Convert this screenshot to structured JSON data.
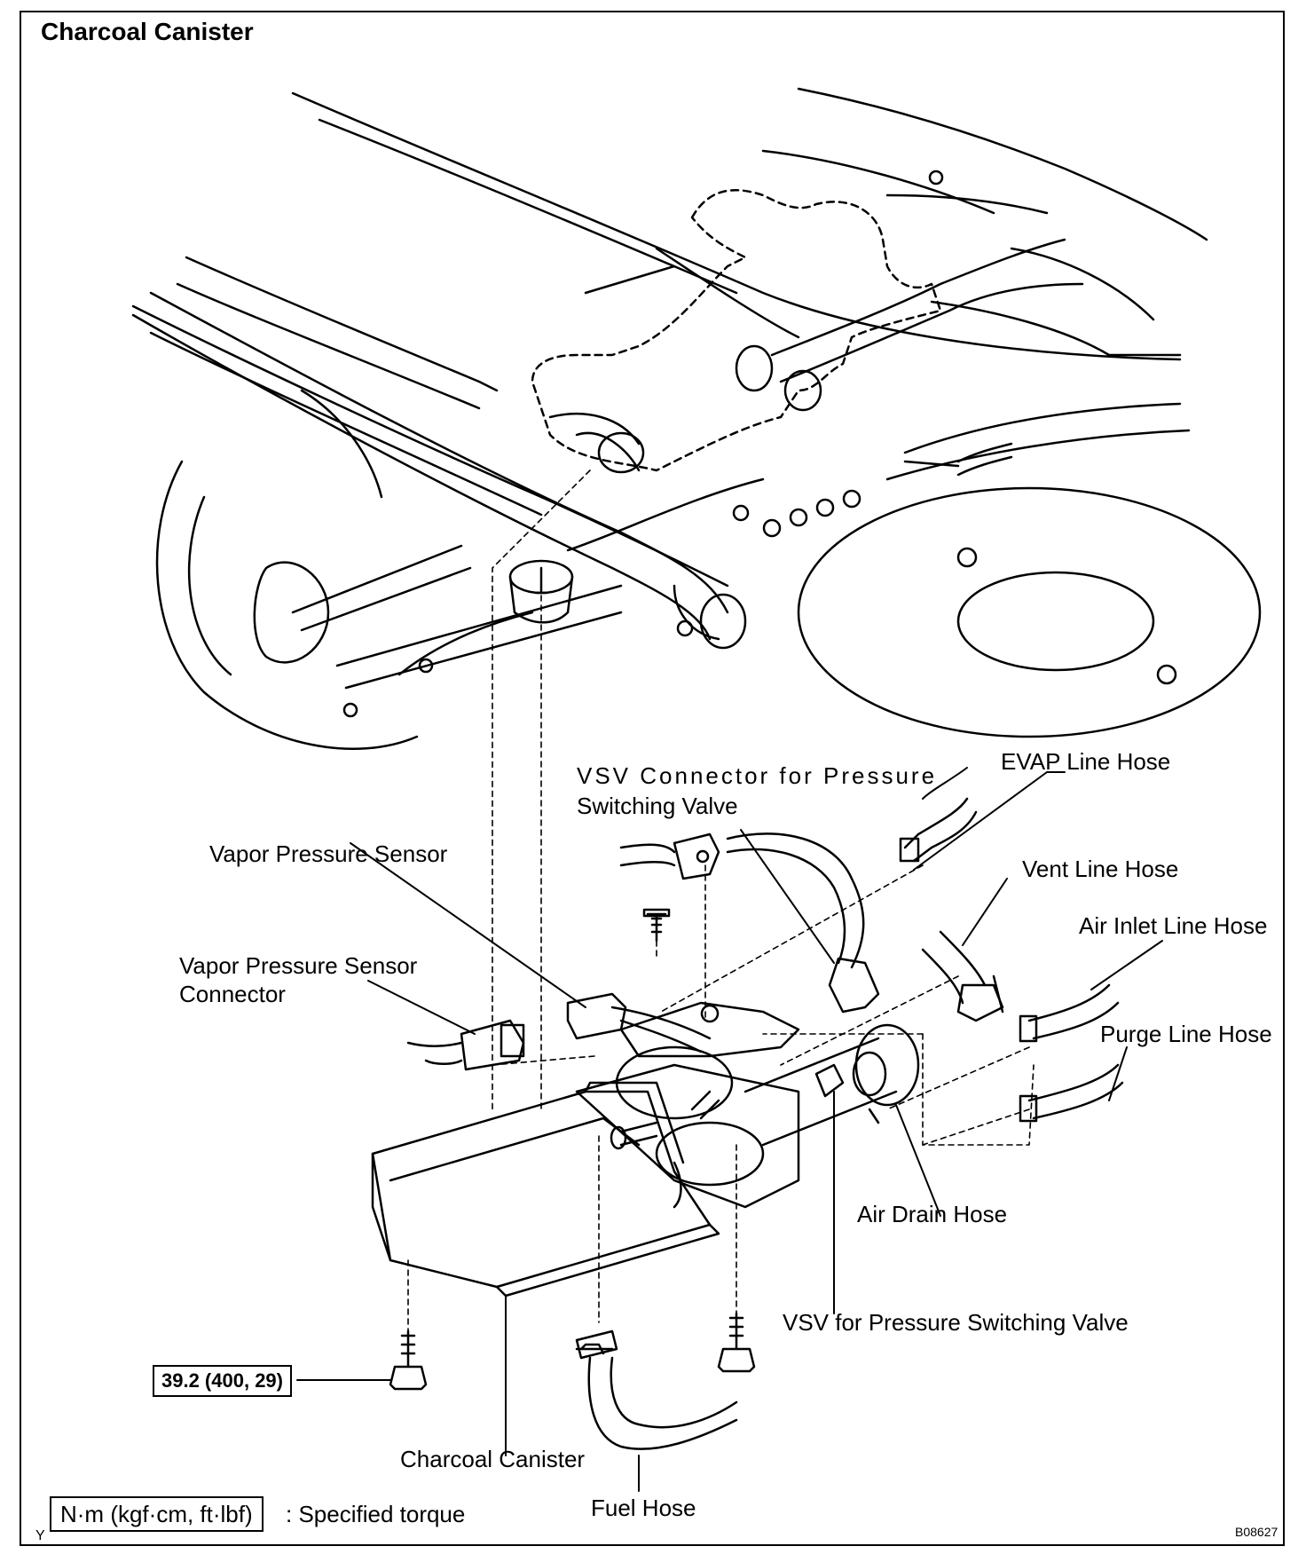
{
  "title": "Charcoal Canister",
  "labels": {
    "vsv_connector": [
      "VSV Connector for Pressure",
      "Switching Valve"
    ],
    "evap_line_hose": "EVAP Line Hose",
    "vapor_pressure_sensor": "Vapor Pressure Sensor",
    "vent_line_hose": "Vent Line Hose",
    "air_inlet_line_hose": "Air Inlet Line Hose",
    "vapor_pressure_sensor_connector": [
      "Vapor Pressure Sensor",
      "Connector"
    ],
    "purge_line_hose": "Purge Line Hose",
    "air_drain_hose": "Air Drain Hose",
    "vsv_pressure_switching_valve": "VSV for Pressure Switching Valve",
    "charcoal_canister": "Charcoal Canister",
    "fuel_hose": "Fuel Hose"
  },
  "torque_value": "39.2 (400, 29)",
  "legend": {
    "unit_box": "N·m (kgf·cm, ft·lbf)",
    "description": ": Specified torque",
    "corner_mark": "Y"
  },
  "figure_code": "B08627"
}
